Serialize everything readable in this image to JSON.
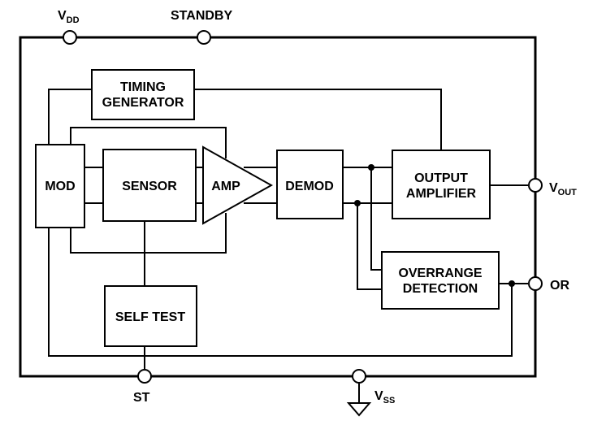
{
  "blocks": {
    "timing": [
      "TIMING",
      "GENERATOR"
    ],
    "mod": "MOD",
    "sensor": "SENSOR",
    "amp": "AMP",
    "demod": "DEMOD",
    "output": [
      "OUTPUT",
      "AMPLIFIER"
    ],
    "overrange": [
      "OVERRANGE",
      "DETECTION"
    ],
    "selftest": "SELF TEST"
  },
  "pins": {
    "vdd": {
      "main": "V",
      "sub": "DD"
    },
    "standby": "STANDBY",
    "vout": {
      "main": "V",
      "sub": "OUT"
    },
    "or": "OR",
    "st": "ST",
    "vss": {
      "main": "V",
      "sub": "SS"
    }
  }
}
